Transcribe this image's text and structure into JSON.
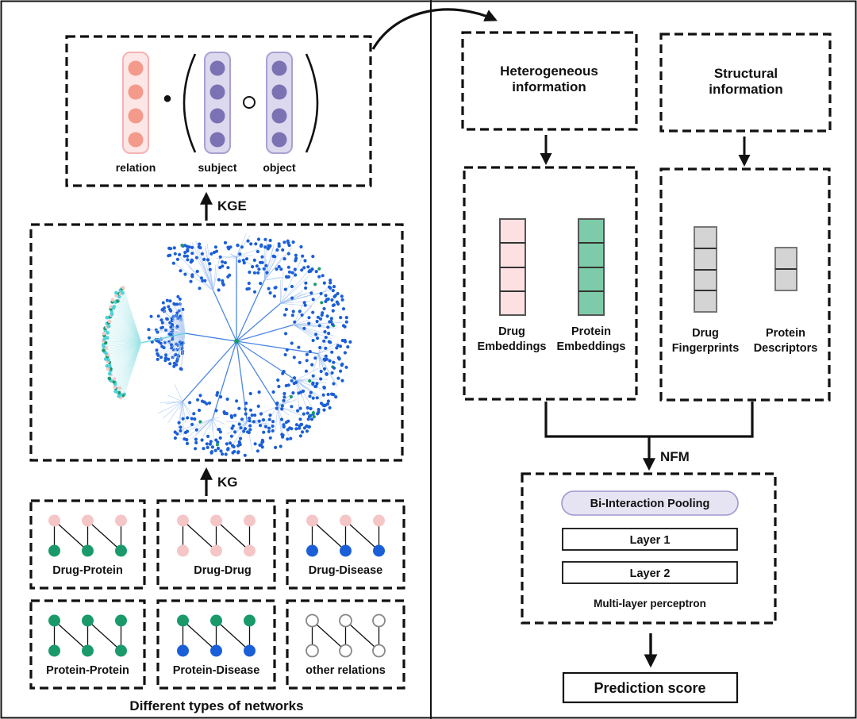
{
  "kge_panel": {
    "relation_label": "relation",
    "subject_label": "subject",
    "object_label": "object",
    "dot_operator": "•",
    "hadamard_operator": "∘",
    "relation_color": "#f49a8a",
    "entity_color": "#7b72b4"
  },
  "arrows": {
    "kge": "KGE",
    "kg": "KG",
    "nfm": "NFM"
  },
  "networks": {
    "caption": "Different types of networks",
    "items": [
      {
        "label": "Drug-Protein",
        "top": "pink",
        "bottom": "green"
      },
      {
        "label": "Drug-Drug",
        "top": "pink",
        "bottom": "pink"
      },
      {
        "label": "Drug-Disease",
        "top": "pink",
        "bottom": "blue"
      },
      {
        "label": "Protein-Protein",
        "top": "green",
        "bottom": "green"
      },
      {
        "label": "Protein-Disease",
        "top": "green",
        "bottom": "blue"
      },
      {
        "label": "other relations",
        "top": "hollow",
        "bottom": "hollow"
      }
    ],
    "colors": {
      "pink": "#f5c6c6",
      "green": "#1a9a6a",
      "blue": "#1b5fd8",
      "hollow": "#ffffff"
    }
  },
  "right": {
    "hetero_title_line1": "Heterogeneous",
    "hetero_title_line2": "information",
    "struct_title_line1": "Structural",
    "struct_title_line2": "information",
    "drug_emb_line1": "Drug",
    "drug_emb_line2": "Embeddings",
    "prot_emb_line1": "Protein",
    "prot_emb_line2": "Embeddings",
    "drug_fp_line1": "Drug",
    "drug_fp_line2": "Fingerprints",
    "prot_desc_line1": "Protein",
    "prot_desc_line2": "Descriptors",
    "bi_interaction": "Bi-Interaction Pooling",
    "layer1": "Layer 1",
    "layer2": "Layer 2",
    "mlp_caption": "Multi-layer perceptron",
    "prediction": "Prediction score",
    "drug_emb_color": "#fde0e2",
    "prot_emb_color": "#7ecbaa",
    "struct_color": "#d4d4d4"
  }
}
